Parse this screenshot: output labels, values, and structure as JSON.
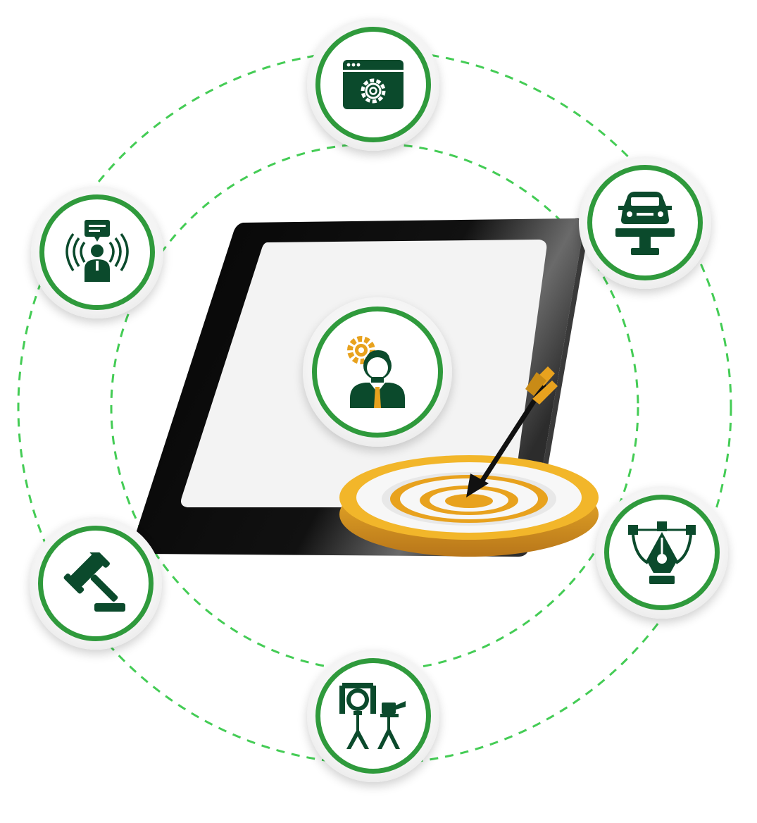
{
  "colors": {
    "dashed_ring": "#44cc55",
    "node_border": "#2f9a3c",
    "icon_dark": "#0b4a2c",
    "accent_orange": "#e8a21e",
    "tablet_black": "#0c0c0c",
    "screen": "#f3f3f3"
  },
  "nodes": [
    {
      "id": "top",
      "icon": "browser-settings-icon"
    },
    {
      "id": "right-upper",
      "icon": "car-lift-icon"
    },
    {
      "id": "right-lower",
      "icon": "pen-tool-vector-icon"
    },
    {
      "id": "bottom",
      "icon": "studio-camera-light-icon"
    },
    {
      "id": "left-lower",
      "icon": "gavel-icon"
    },
    {
      "id": "left-upper",
      "icon": "broadcaster-speaker-icon"
    },
    {
      "id": "center",
      "icon": "businessman-gear-icon"
    }
  ],
  "target": {
    "icon": "target-dartboard-icon",
    "arrow": "arrow-icon"
  }
}
